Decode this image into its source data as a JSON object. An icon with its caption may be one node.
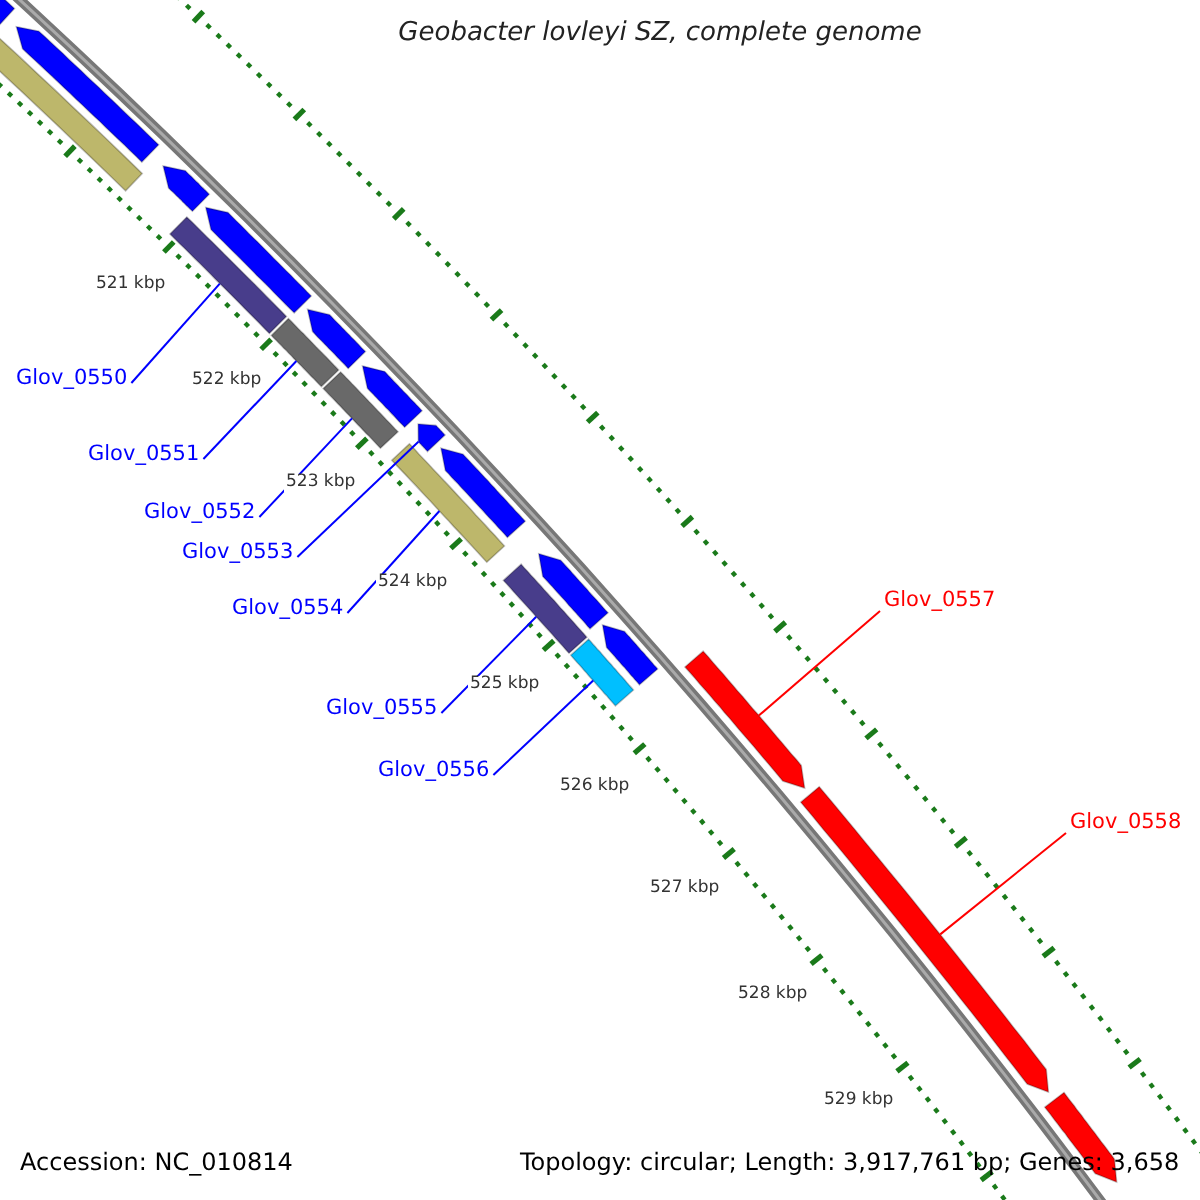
{
  "diagram": {
    "title": "Geobacter lovleyi SZ, complete genome",
    "nodes": [
      {
        "text": [
          "Glov_0550"
        ]
      },
      {
        "text": [
          "Glov_0551"
        ]
      },
      {
        "text": [
          "Glov_0552"
        ]
      },
      {
        "text": [
          "Glov_0553"
        ]
      },
      {
        "text": [
          "Glov_0554"
        ]
      },
      {
        "text": [
          "Glov_0555"
        ]
      },
      {
        "text": [
          "Glov_0556"
        ]
      },
      {
        "text": [
          "Glov_0557"
        ]
      },
      {
        "text": [
          "Glov_0558"
        ]
      },
      {
        "text": [],
        "shape": "pentagon"
      },
      {
        "text": [],
        "shape": "pentagon"
      },
      {
        "text": [],
        "shape": "bar"
      },
      {
        "text": [],
        "shape": "pentagon"
      },
      {
        "text": [],
        "shape": "bar"
      },
      {
        "text": [],
        "shape": "pentagon"
      },
      {
        "text": [],
        "shape": "bar"
      },
      {
        "text": [],
        "shape": "pentagon"
      },
      {
        "text": [],
        "shape": "bar"
      },
      {
        "text": [],
        "shape": "pentagon"
      },
      {
        "text": [],
        "shape": "pentagon"
      },
      {
        "text": [],
        "shape": "bar"
      },
      {
        "text": [],
        "shape": "pentagon"
      },
      {
        "text": [],
        "shape": "bar"
      },
      {
        "text": [],
        "shape": "pentagon"
      },
      {
        "text": [],
        "shape": "bar"
      },
      {
        "text": [],
        "shape": "pentagon"
      },
      {
        "text": [],
        "shape": "pentagon"
      },
      {
        "text": [],
        "shape": "pentagon"
      },
      {
        "text": [],
        "shape": "pentagon"
      }
    ],
    "edges": [
      {
        "from": 0,
        "to": 13,
        "arrow": "none"
      },
      {
        "from": 1,
        "to": 15,
        "arrow": "none"
      },
      {
        "from": 2,
        "to": 17,
        "arrow": "none"
      },
      {
        "from": 3,
        "to": 19,
        "arrow": "none"
      },
      {
        "from": 4,
        "to": 20,
        "arrow": "none"
      },
      {
        "from": 5,
        "to": 22,
        "arrow": "none"
      },
      {
        "from": 6,
        "to": 24,
        "arrow": "none"
      },
      {
        "from": 7,
        "to": 26,
        "arrow": "none",
        "color": "#ff0000"
      },
      {
        "from": 8,
        "to": 27,
        "arrow": "none",
        "color": "#ff0000"
      }
    ],
    "labels": [
      "521 kbp",
      "522 kbp",
      "523 kbp",
      "524 kbp",
      "525 kbp",
      "526 kbp",
      "527 kbp",
      "528 kbp",
      "529 kbp",
      "Accession: NC_010814",
      "Topology: circular; Length: 3,917,761 bp; Genes: 3,658"
    ]
  }
}
